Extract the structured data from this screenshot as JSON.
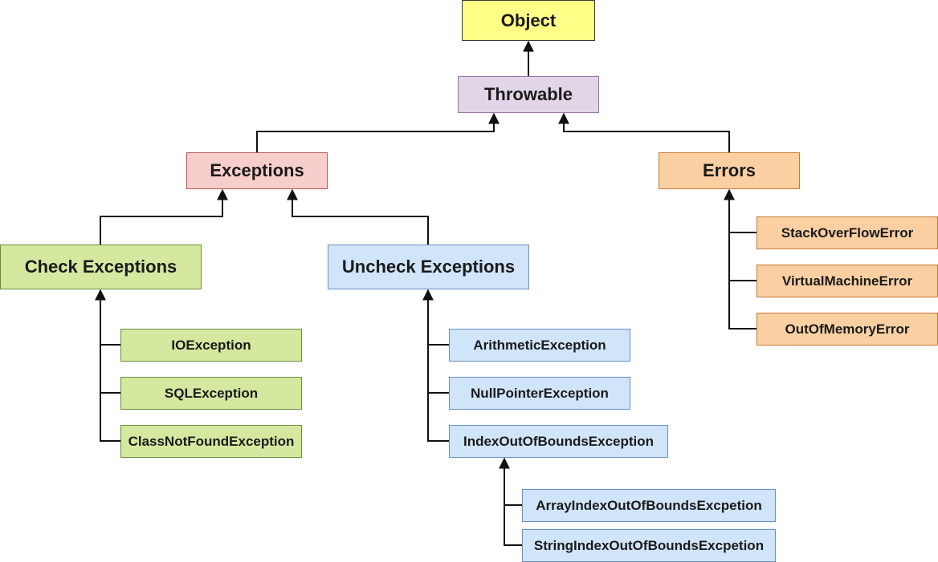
{
  "diagram": {
    "root": "Object",
    "throwable": "Throwable",
    "exceptions": "Exceptions",
    "errors": "Errors",
    "check_exceptions": "Check Exceptions",
    "uncheck_exceptions": "Uncheck Exceptions",
    "check_items": [
      "IOException",
      "SQLException",
      "ClassNotFoundException"
    ],
    "uncheck_items": [
      "ArithmeticException",
      "NullPointerException",
      "IndexOutOfBoundsException"
    ],
    "index_items": [
      "ArrayIndexOutOfBoundsExcpetion",
      "StringIndexOutOfBoundsExcpetion"
    ],
    "error_items": [
      "StackOverFlowError",
      "VirtualMachineError",
      "OutOfMemoryError"
    ]
  }
}
